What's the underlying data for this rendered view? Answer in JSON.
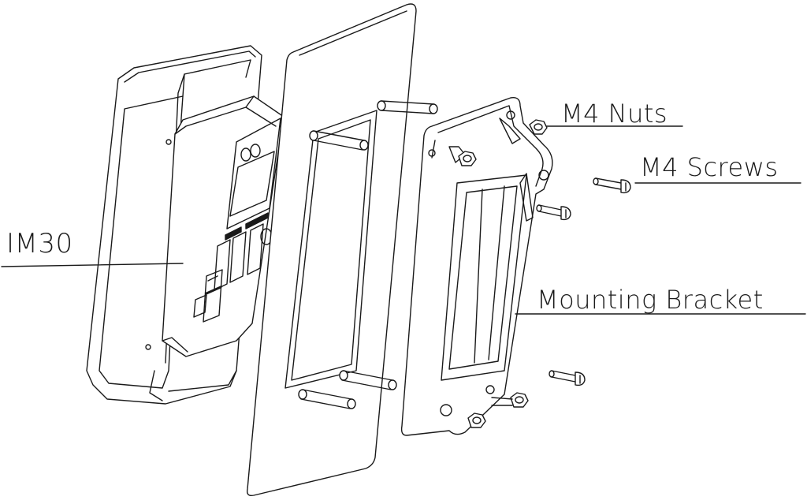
{
  "labels": {
    "im30": "IM30",
    "m4_nuts": "M4 Nuts",
    "m4_screws": "M4 Screws",
    "mounting_bracket": "Mounting Bracket"
  },
  "colors": {
    "line": "#1a1a1a",
    "background": "#ffffff"
  }
}
